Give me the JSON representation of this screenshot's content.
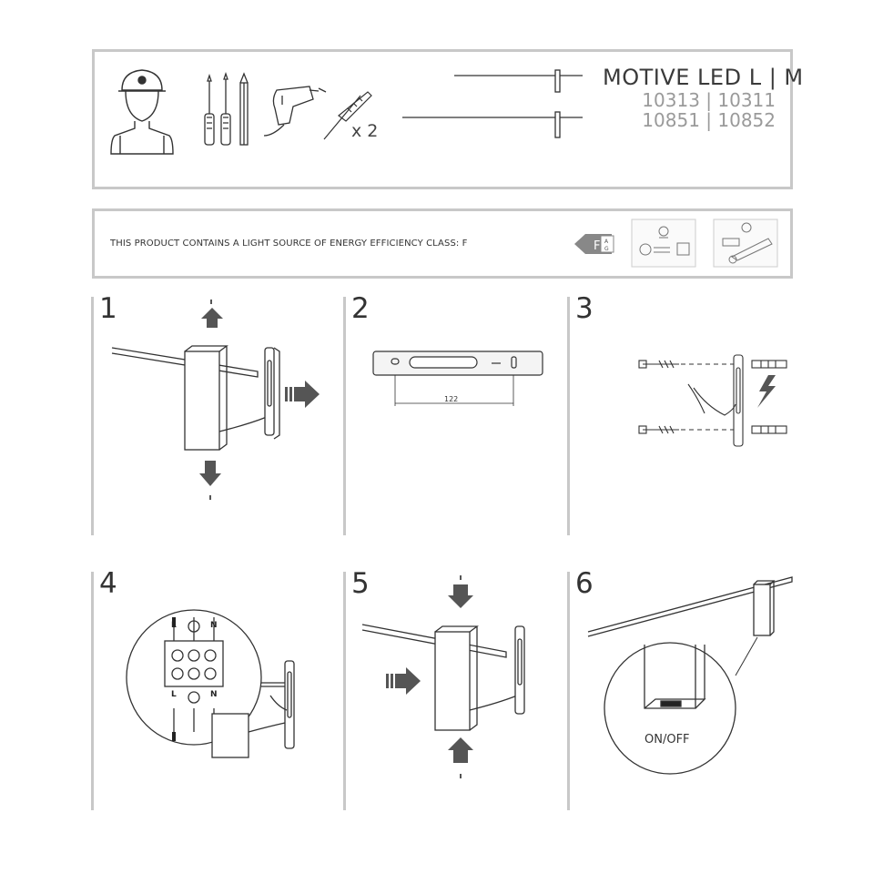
{
  "header": {
    "product_name": "MOTIVE LED L | M",
    "codes_line1": "10313 | 10311",
    "codes_line2": "10851 | 10852",
    "quantity": "x 2"
  },
  "energy": {
    "statement": "THIS PRODUCT CONTAINS A LIGHT SOURCE OF ENERGY EFFICIENCY CLASS: F",
    "class_letter": "F",
    "scale_top": "A",
    "scale_bottom": "G"
  },
  "steps": [
    {
      "number": "1"
    },
    {
      "number": "2",
      "dimension": "122"
    },
    {
      "number": "3"
    },
    {
      "number": "4",
      "labels": [
        "L",
        "N",
        "L",
        "N"
      ]
    },
    {
      "number": "5"
    },
    {
      "number": "6",
      "switch_label": "ON/OFF"
    }
  ]
}
